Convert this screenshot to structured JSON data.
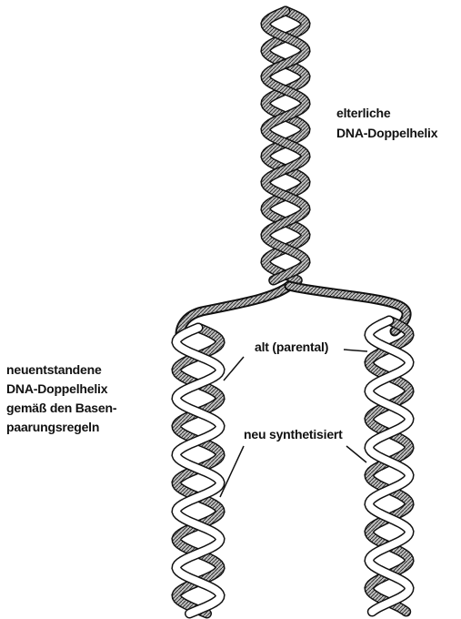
{
  "labels": {
    "parent_helix": [
      "elterliche",
      "DNA-Doppelhelix"
    ],
    "new_helix": [
      "neuentstandene",
      "DNA-Doppelhelix",
      "gemäß den Basen-",
      "paarungsregeln"
    ],
    "old_strand": "alt (parental)",
    "new_strand": "neu synthetisiert"
  },
  "colors": {
    "ink": "#111111",
    "old_strand_fill": "#9a9a9a",
    "new_strand_fill": "#ffffff"
  }
}
